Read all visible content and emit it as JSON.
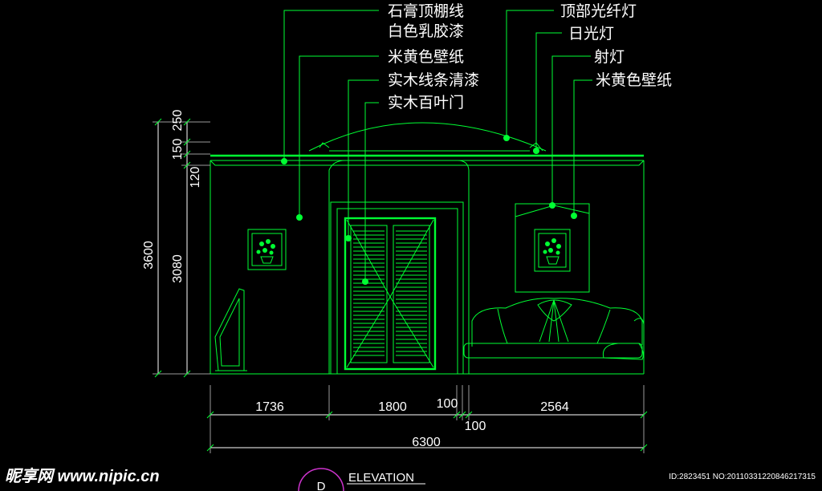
{
  "annotations": {
    "gypsum_molding": "石膏顶棚线",
    "white_latex_paint": "白色乳胶漆",
    "beige_wallpaper_left": "米黄色壁纸",
    "wood_trim_varnish": "实木线条清漆",
    "wood_louver_door": "实木百叶门",
    "fiber_optic_light": "顶部光纤灯",
    "fluorescent_light": "日光灯",
    "spotlight": "射灯",
    "beige_wallpaper_right": "米黄色壁纸"
  },
  "dimensions": {
    "vertical": {
      "d250": "250",
      "d150": "150",
      "d120": "120",
      "d3600": "3600",
      "d3080": "3080"
    },
    "horizontal": {
      "d1736": "1736",
      "d1800": "1800",
      "d100a": "100",
      "d2564": "2564",
      "d100b": "100",
      "d6300": "6300"
    }
  },
  "elevation": {
    "marker": "D",
    "label": "ELEVATION"
  },
  "watermark": {
    "site": "昵享网 www.nipic.cn",
    "id": "ID:2823451 NO:20110331220846217315"
  },
  "colors": {
    "background": "#000000",
    "linework": "#00ff33",
    "dimension_lines": "#ffffff",
    "marker_circle": "#cc33cc"
  }
}
